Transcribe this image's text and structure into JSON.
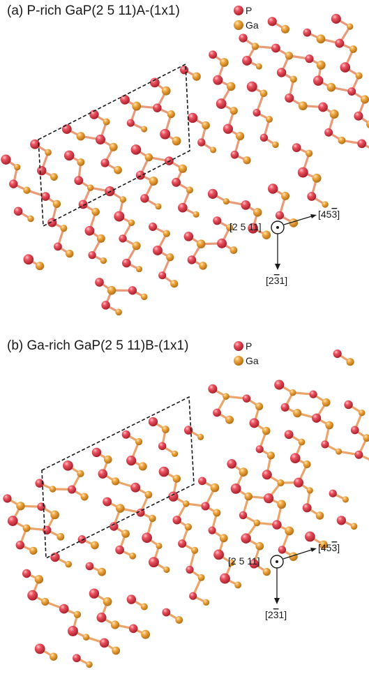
{
  "panels": [
    {
      "id": "a",
      "title": "(a) P-rich GaP(2 5 11)A-(1x1)",
      "legend": [
        {
          "label": "P",
          "color": "#e4414f"
        },
        {
          "label": "Ga",
          "color": "#eda13a"
        }
      ],
      "axes": {
        "out_of_plane": "[2 5 11]",
        "right_prefix": "[45",
        "right_bar": "3",
        "right_suffix": "]",
        "down_prefix": "[2",
        "down_bar": "3",
        "down_suffix": "1]"
      }
    },
    {
      "id": "b",
      "title": "(b) Ga-rich GaP(2 5 11)B-(1x1)",
      "legend": [
        {
          "label": "P",
          "color": "#e4414f"
        },
        {
          "label": "Ga",
          "color": "#eda13a"
        }
      ],
      "axes": {
        "out_of_plane": "[2 5 11]",
        "right_prefix": "[45",
        "right_bar": "3",
        "right_suffix": "]",
        "down_prefix": "[2",
        "down_bar": "3",
        "down_suffix": "1]"
      }
    }
  ],
  "colors": {
    "P": "#e4414f",
    "Ga": "#eda13a",
    "cell_outline": "#1a1a1a"
  },
  "cell_shape": "parallelogram (dashed)",
  "axis_symbol": "circled-dot (out of page)"
}
